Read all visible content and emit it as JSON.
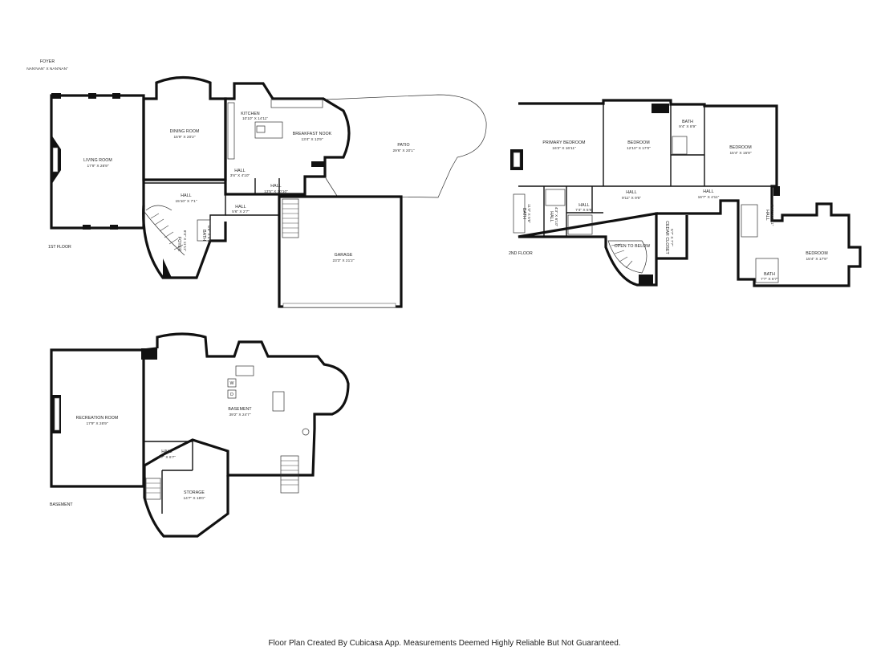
{
  "caption": "Floor Plan Created By Cubicasa App. Measurements Deemed Highly Reliable But Not Guaranteed.",
  "floors": {
    "first": {
      "label": "1ST FLOOR",
      "rooms": {
        "foyer_top": {
          "name": "FOYER",
          "dim": "NAN'NAN\" X NAN'NAN\""
        },
        "living": {
          "name": "LIVING ROOM",
          "dim": "17'9\" X 26'9\""
        },
        "dining": {
          "name": "DINING ROOM",
          "dim": "15'9\" X 20'2\""
        },
        "kitchen": {
          "name": "KITCHEN",
          "dim": "10'10\" X 14'11\""
        },
        "breakfast": {
          "name": "BREAKFAST NOOK",
          "dim": "13'4\" X 12'9\""
        },
        "patio": {
          "name": "PATIO",
          "dim": "29'6\" X 20'1\""
        },
        "hall_small": {
          "name": "HALL",
          "dim": "3'6\" X 4'10\""
        },
        "hall_main": {
          "name": "HALL",
          "dim": "15'10\" X 7'1\""
        },
        "hall_mid": {
          "name": "HALL",
          "dim": "13'5\" X 10'10\""
        },
        "hall_tiny": {
          "name": "HALL",
          "dim": "5'6\" X 2'7\""
        },
        "foyer": {
          "name": "FOYER",
          "dim": "8'0\" X 11'11\""
        },
        "bath": {
          "name": "BATH",
          "dim": "6'6\" X 4'1\""
        },
        "garage": {
          "name": "GARAGE",
          "dim": "23'3\" X 21'2\""
        }
      }
    },
    "second": {
      "label": "2ND FLOOR",
      "rooms": {
        "primary": {
          "name": "PRIMARY BEDROOM",
          "dim": "16'3\" X 16'11\""
        },
        "bed2": {
          "name": "BEDROOM",
          "dim": "12'10\" X 17'0\""
        },
        "bath_top": {
          "name": "BATH",
          "dim": "9'4\" X 8'9\""
        },
        "bed3": {
          "name": "BEDROOM",
          "dim": "15'4\" X 15'9\""
        },
        "hall_a": {
          "name": "HALL",
          "dim": "9'11\" X 9'6\""
        },
        "hall_b": {
          "name": "HALL",
          "dim": "16'7\" X 4'11\""
        },
        "hall_c": {
          "name": "HALL",
          "dim": "7'4\" X 5'9\""
        },
        "bath_left": {
          "name": "BATH",
          "dim": "11'0\" X 5'6\""
        },
        "hall_d": {
          "name": "HALL",
          "dim": "4'3\" X 6'10\""
        },
        "cedar": {
          "name": "CEDAR CLOSET",
          "dim": "5'7\" X 7'7\""
        },
        "open": {
          "name": "OPEN TO BELOW",
          "dim": ""
        },
        "hall_e": {
          "name": "HALL",
          "dim": "3'10\" X 6'11\""
        },
        "bed4": {
          "name": "BEDROOM",
          "dim": "15'4\" X 17'9\""
        },
        "bath_r": {
          "name": "BATH",
          "dim": "7'7\" X 6'7\""
        }
      }
    },
    "basement": {
      "label": "BASEMENT",
      "rooms": {
        "rec": {
          "name": "RECREATION ROOM",
          "dim": "17'9\" X 26'9\""
        },
        "base": {
          "name": "BASEMENT",
          "dim": "39'2\" X 24'7\""
        },
        "hall": {
          "name": "HALL",
          "dim": "9'7\" X 6'7\""
        },
        "storage": {
          "name": "STORAGE",
          "dim": "14'7\" X 18'0\""
        },
        "w": "W",
        "d": "D"
      }
    }
  }
}
